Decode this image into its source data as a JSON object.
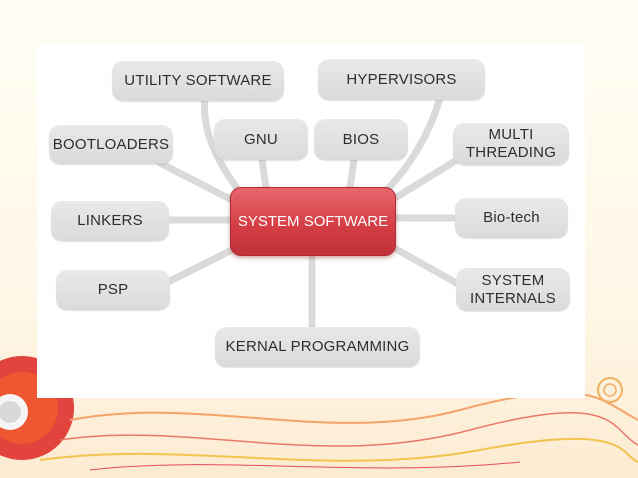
{
  "diagram": {
    "center": "SYSTEM SOFTWARE",
    "nodes": {
      "utility_software": "UTILITY SOFTWARE",
      "hypervisors": "HYPERVISORS",
      "bootloaders": "BOOTLOADERS",
      "gnu": "GNU",
      "bios": "BIOS",
      "multi_threading_1": "MULTI",
      "multi_threading_2": "THREADING",
      "linkers": "LINKERS",
      "bio_tech": "Bio-tech",
      "psp": "PSP",
      "system_internals_1": "SYSTEM",
      "system_internals_2": "INTERNALS",
      "kernal_programming": "KERNAL PROGRAMMING"
    }
  },
  "colors": {
    "center_fill": "#d53e45",
    "node_fill": "#e0e0e0",
    "connector": "#dedede"
  }
}
